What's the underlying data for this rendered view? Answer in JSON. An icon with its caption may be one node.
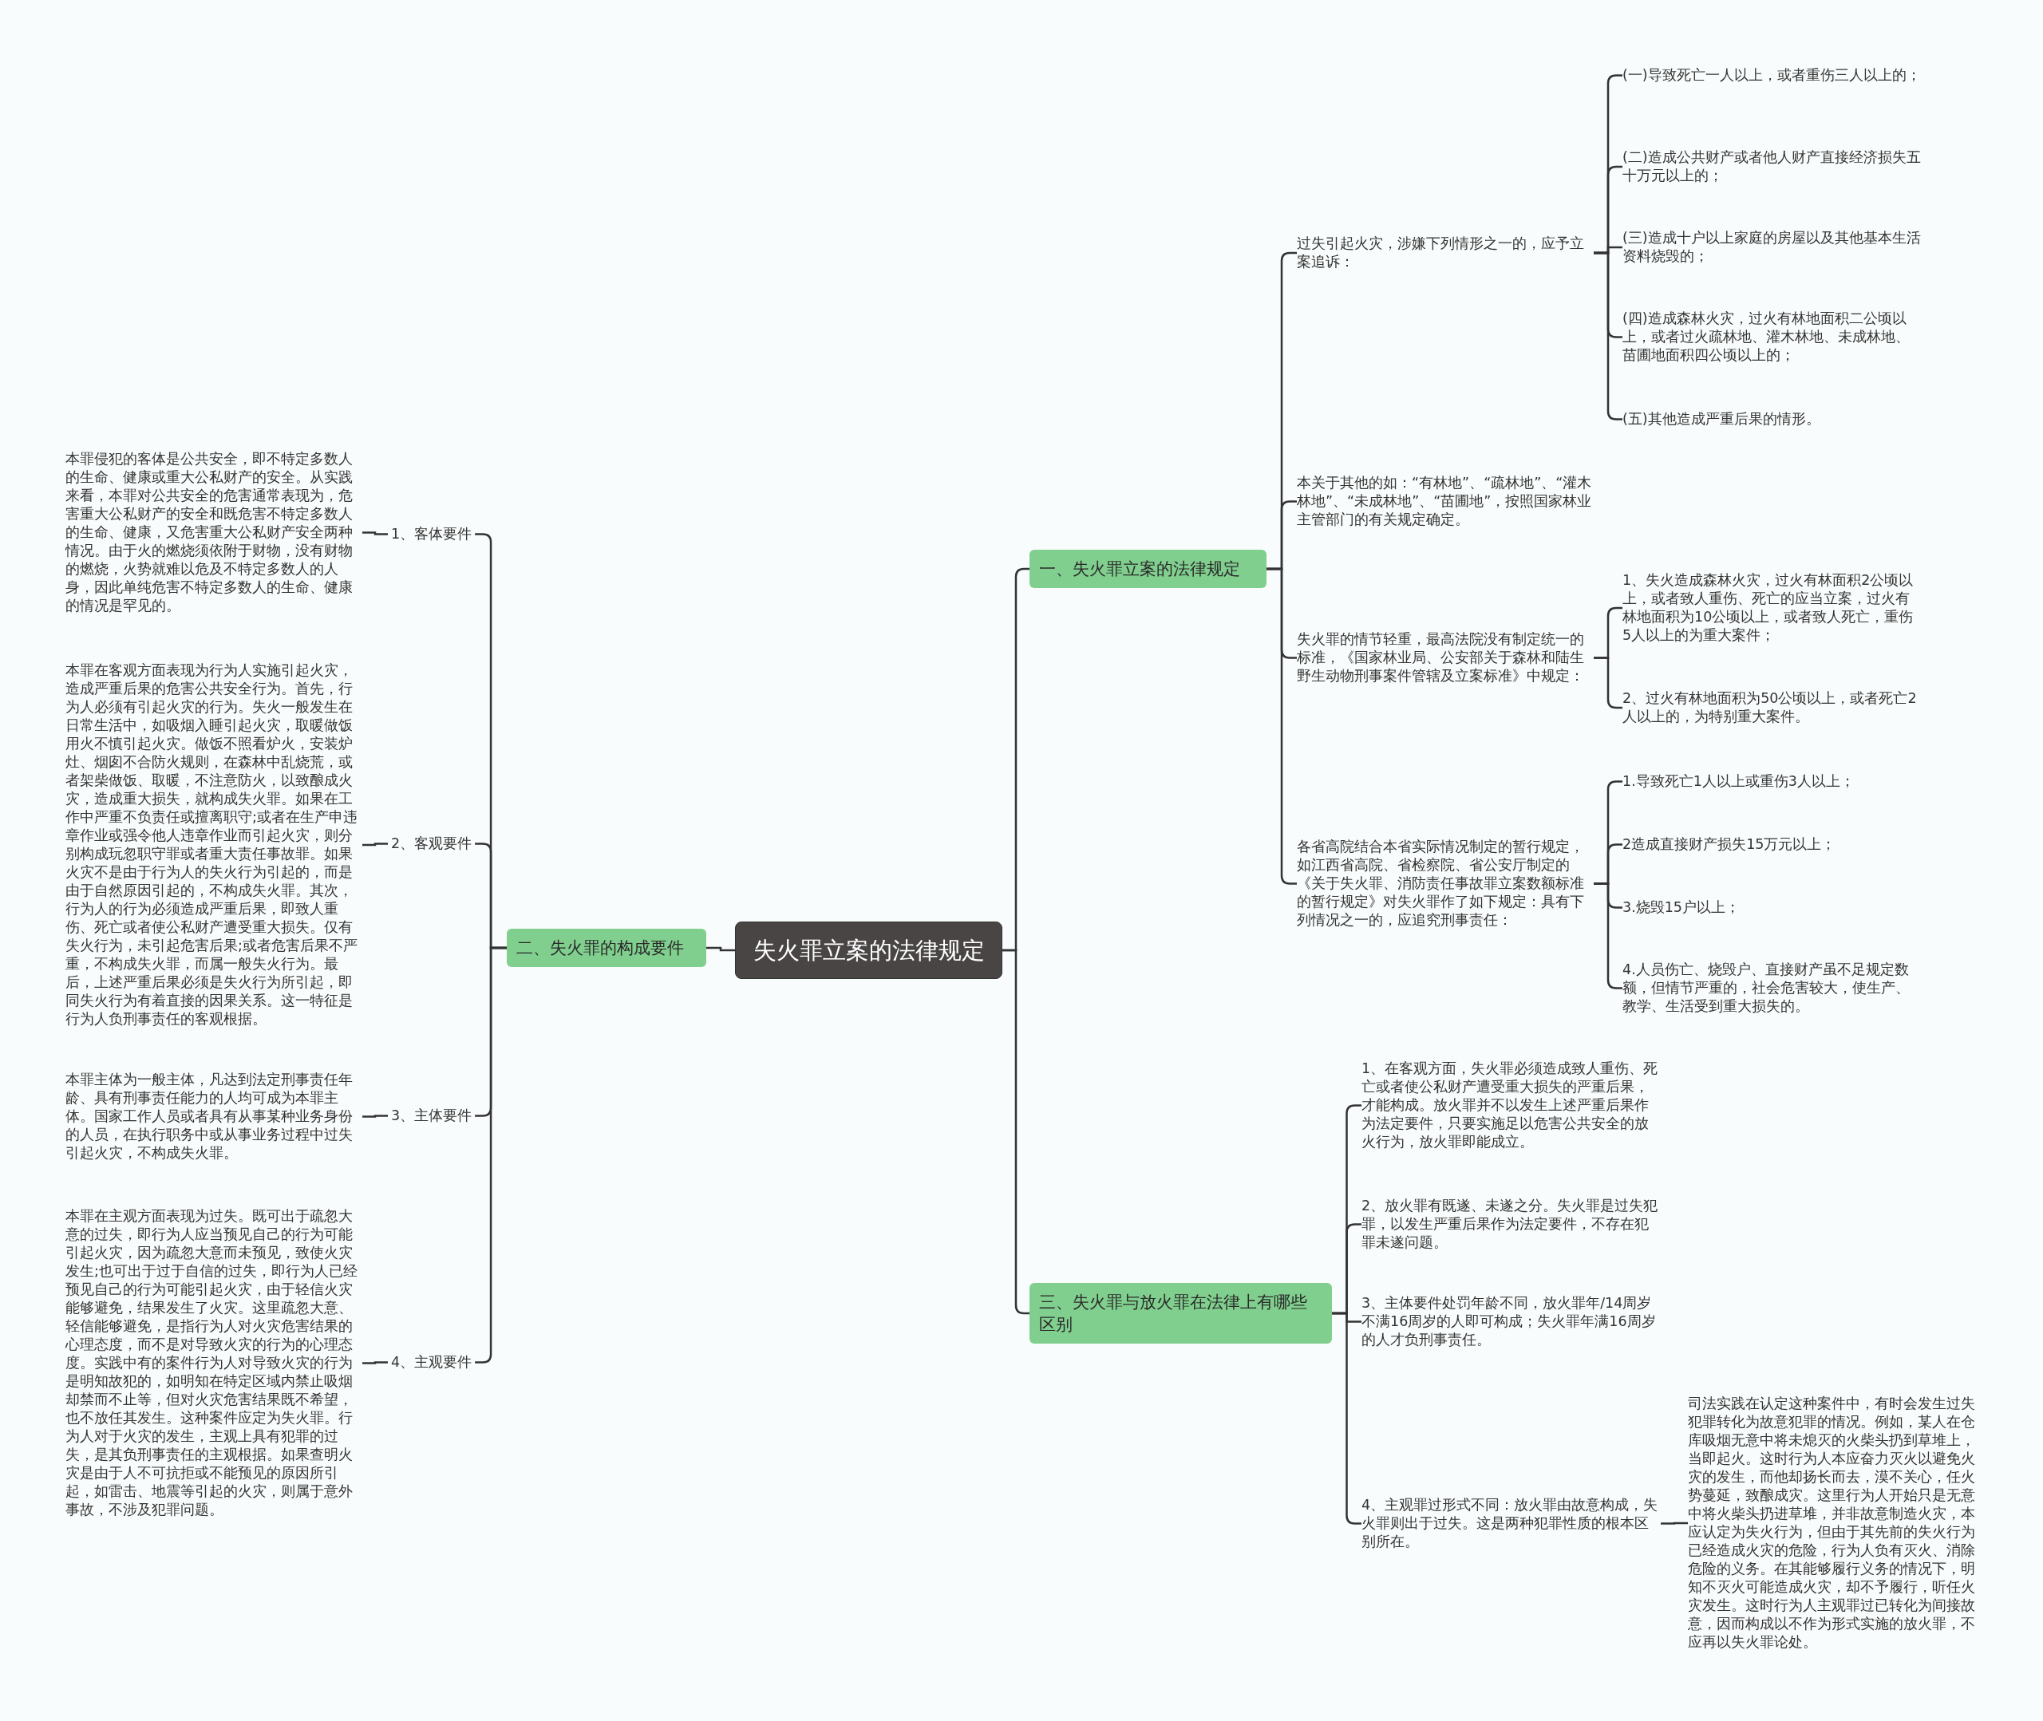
{
  "diagram": {
    "nodes": [
      {
        "text": [
          "失火罪立案的法律规定"
        ]
      },
      {
        "text": [
          "一、失火罪立案的法律规定"
        ]
      },
      {
        "text": [
          "过失引起火灾，涉嫌下列情形之一的，应予立案追诉："
        ]
      },
      {
        "text": [
          "(一)导致死亡一人以上，或者重伤三人以上的；"
        ]
      },
      {
        "text": [
          "(二)造成公共财产或者他人财产直接经济损失五十万元以上的；"
        ]
      },
      {
        "text": [
          "(三)造成十户以上家庭的房屋以及其他基本生活资料烧毁的；"
        ]
      },
      {
        "text": [
          "(四)造成森林火灾，过火有林地面积二公顷以上，或者过火疏林地、灌木林地、未成林地、苗圃地面积四公顷以上的；"
        ]
      },
      {
        "text": [
          "(五)其他造成严重后果的情形。"
        ]
      },
      {
        "text": [
          "本关于其他的如：“有林地”、“疏林地”、“灌木林地”、“未成林地”、“苗圃地”，按照国家林业主管部门的有关规定确定。"
        ]
      },
      {
        "text": [
          "失火罪的情节轻重，最高法院没有制定统一的标准，《国家林业局、公安部关于森林和陆生野生动物刑事案件管辖及立案标准》中规定："
        ]
      },
      {
        "text": [
          "1、失火造成森林火灾，过火有林面积2公顷以上，或者致人重伤、死亡的应当立案，过火有林地面积为10公顷以上，或者致人死亡，重伤5人以上的为重大案件；"
        ]
      },
      {
        "text": [
          "2、过火有林地面积为50公顷以上，或者死亡2人以上的，为特别重大案件。"
        ]
      },
      {
        "text": [
          "各省高院结合本省实际情况制定的暂行规定，如江西省高院、省检察院、省公安厅制定的《关于失火罪、消防责任事故罪立案数额标准的暂行规定》对失火罪作了如下规定：具有下列情况之一的，应追究刑事责任："
        ]
      },
      {
        "text": [
          "1.导致死亡1人以上或重伤3人以上；"
        ]
      },
      {
        "text": [
          "2造成直接财产损失15万元以上；"
        ]
      },
      {
        "text": [
          "3.烧毁15户以上；"
        ]
      },
      {
        "text": [
          "4.人员伤亡、烧毁户、直接财产虽不足规定数额，但情节严重的，社会危害较大，使生产、教学、生活受到重大损失的。"
        ]
      },
      {
        "text": [
          "三、失火罪与放火罪在法律上有哪些区别"
        ]
      },
      {
        "text": [
          "1、在客观方面，失火罪必须造成致人重伤、死亡或者使公私财产遭受重大损失的严重后果，才能构成。放火罪并不以发生上述严重后果作为法定要件，只要实施足以危害公共安全的放火行为，放火罪即能成立。"
        ]
      },
      {
        "text": [
          "2、放火罪有既遂、未遂之分。失火罪是过失犯罪，以发生严重后果作为法定要件，不存在犯罪未遂问题。"
        ]
      },
      {
        "text": [
          "3、主体要件处罚年龄不同，放火罪年/14周岁不满16周岁的人即可构成；失火罪年满16周岁的人才负刑事责任。"
        ]
      },
      {
        "text": [
          "4、主观罪过形式不同：放火罪由故意构成，失火罪则出于过失。这是两种犯罪性质的根本区别所在。"
        ]
      },
      {
        "text": [
          "司法实践在认定这种案件中，有时会发生过失犯罪转化为故意犯罪的情况。例如，某人在仓库吸烟无意中将未熄灭的火柴头扔到草堆上，当即起火。这时行为人本应奋力灭火以避免火灾的发生，而他却扬长而去，漠不关心，任火势蔓延，致酿成灾。这里行为人开始只是无意中将火柴头扔进草堆，并非故意制造火灾，本应认定为失火行为，但由于其先前的失火行为已经造成火灾的危险，行为人负有灭火、消除危险的义务。在其能够履行义务的情况下，明知不灭火可能造成火灾，却不予履行，听任火灾发生。这时行为人主观罪过已转化为间接故意，因而构成以不作为形式实施的放火罪，不应再以失火罪论处。"
        ]
      },
      {
        "text": [
          "二、失火罪的构成要件"
        ]
      },
      {
        "text": [
          "1、客体要件"
        ]
      },
      {
        "text": [
          "本罪侵犯的客体是公共安全，即不特定多数人的生命、健康或重大公私财产的安全。从实践来看，本罪对公共安全的危害通常表现为，危害重大公私财产的安全和既危害不特定多数人的生命、健康，又危害重大公私财产安全两种情况。由于火的燃烧须依附于财物，没有财物的燃烧，火势就难以危及不特定多数人的人身，因此单纯危害不特定多数人的生命、健康的情况是罕见的。"
        ]
      },
      {
        "text": [
          "2、客观要件"
        ]
      },
      {
        "text": [
          "本罪在客观方面表现为行为人实施引起火灾，造成严重后果的危害公共安全行为。首先，行为人必须有引起火灾的行为。失火一般发生在日常生活中，如吸烟入睡引起火灾，取暖做饭用火不慎引起火灾。做饭不照看炉火，安装炉灶、烟囱不合防火规则，在森林中乱烧荒，或者架柴做饭、取暖，不注意防火，以致酿成火灾，造成重大损失，就构成失火罪。如果在工作中严重不负责任或擅离职守;或者在生产申违章作业或强令他人违章作业而引起火灾，则分别构成玩忽职守罪或者重大责任事故罪。如果火灾不是由于行为人的失火行为引起的，而是由于自然原因引起的，不构成失火罪。其次，行为人的行为必须造成严重后果，即致人重伤、死亡或者使公私财产遭受重大损失。仅有失火行为，未引起危害后果;或者危害后果不严重，不构成失火罪，而属一般失火行为。最后，上述严重后果必须是失火行为所引起，即同失火行为有着直接的因果关系。这一特征是行为人负刑事责任的客观根据。"
        ]
      },
      {
        "text": [
          "3、主体要件"
        ]
      },
      {
        "text": [
          "本罪主体为一般主体，凡达到法定刑事责任年龄、具有刑事责任能力的人均可成为本罪主体。国家工作人员或者具有从事某种业务身份的人员，在执行职务中或从事业务过程中过失引起火灾，不构成失火罪。"
        ]
      },
      {
        "text": [
          "4、主观要件"
        ]
      },
      {
        "text": [
          "本罪在主观方面表现为过失。既可出于疏忽大意的过失，即行为人应当预见自己的行为可能引起火灾，因为疏忽大意而未预见，致使火灾发生;也可出于过于自信的过失，即行为人已经预见自己的行为可能引起火灾，由于轻信火灾能够避免，结果发生了火灾。这里疏忽大意、轻信能够避免，是指行为人对火灾危害结果的心理态度，而不是对导致火灾的行为的心理态度。实践中有的案件行为人对导致火灾的行为是明知故犯的，如明知在特定区域内禁止吸烟却禁而不止等，但对火灾危害结果既不希望，也不放任其发生。这种案件应定为失火罪。行为人对于火灾的发生，主观上具有犯罪的过失，是其负刑事责任的主观根据。如果查明火灾是由于人不可抗拒或不能预见的原因所引起，如雷击、地震等引起的火灾，则属于意外事故，不涉及犯罪问题。"
        ]
      }
    ],
    "edges": [
      {
        "from": 0,
        "to": 1,
        "arrow": "none"
      },
      {
        "from": 0,
        "to": 17,
        "arrow": "none"
      },
      {
        "from": 0,
        "to": 23,
        "arrow": "none"
      },
      {
        "from": 1,
        "to": 2,
        "arrow": "none"
      },
      {
        "from": 1,
        "to": 8,
        "arrow": "none"
      },
      {
        "from": 1,
        "to": 9,
        "arrow": "none"
      },
      {
        "from": 1,
        "to": 12,
        "arrow": "none"
      },
      {
        "from": 2,
        "to": 3,
        "arrow": "none"
      },
      {
        "from": 2,
        "to": 4,
        "arrow": "none"
      },
      {
        "from": 2,
        "to": 5,
        "arrow": "none"
      },
      {
        "from": 2,
        "to": 6,
        "arrow": "none"
      },
      {
        "from": 2,
        "to": 7,
        "arrow": "none"
      },
      {
        "from": 9,
        "to": 10,
        "arrow": "none"
      },
      {
        "from": 9,
        "to": 11,
        "arrow": "none"
      },
      {
        "from": 12,
        "to": 13,
        "arrow": "none"
      },
      {
        "from": 12,
        "to": 14,
        "arrow": "none"
      },
      {
        "from": 12,
        "to": 15,
        "arrow": "none"
      },
      {
        "from": 12,
        "to": 16,
        "arrow": "none"
      },
      {
        "from": 17,
        "to": 18,
        "arrow": "none"
      },
      {
        "from": 17,
        "to": 19,
        "arrow": "none"
      },
      {
        "from": 17,
        "to": 20,
        "arrow": "none"
      },
      {
        "from": 17,
        "to": 21,
        "arrow": "none"
      },
      {
        "from": 21,
        "to": 22,
        "arrow": "none"
      },
      {
        "from": 23,
        "to": 24,
        "arrow": "none"
      },
      {
        "from": 23,
        "to": 26,
        "arrow": "none"
      },
      {
        "from": 23,
        "to": 28,
        "arrow": "none"
      },
      {
        "from": 23,
        "to": 30,
        "arrow": "none"
      },
      {
        "from": 24,
        "to": 25,
        "arrow": "none"
      },
      {
        "from": 26,
        "to": 27,
        "arrow": "none"
      },
      {
        "from": 28,
        "to": 29,
        "arrow": "none"
      },
      {
        "from": 30,
        "to": 31,
        "arrow": "none"
      }
    ]
  }
}
